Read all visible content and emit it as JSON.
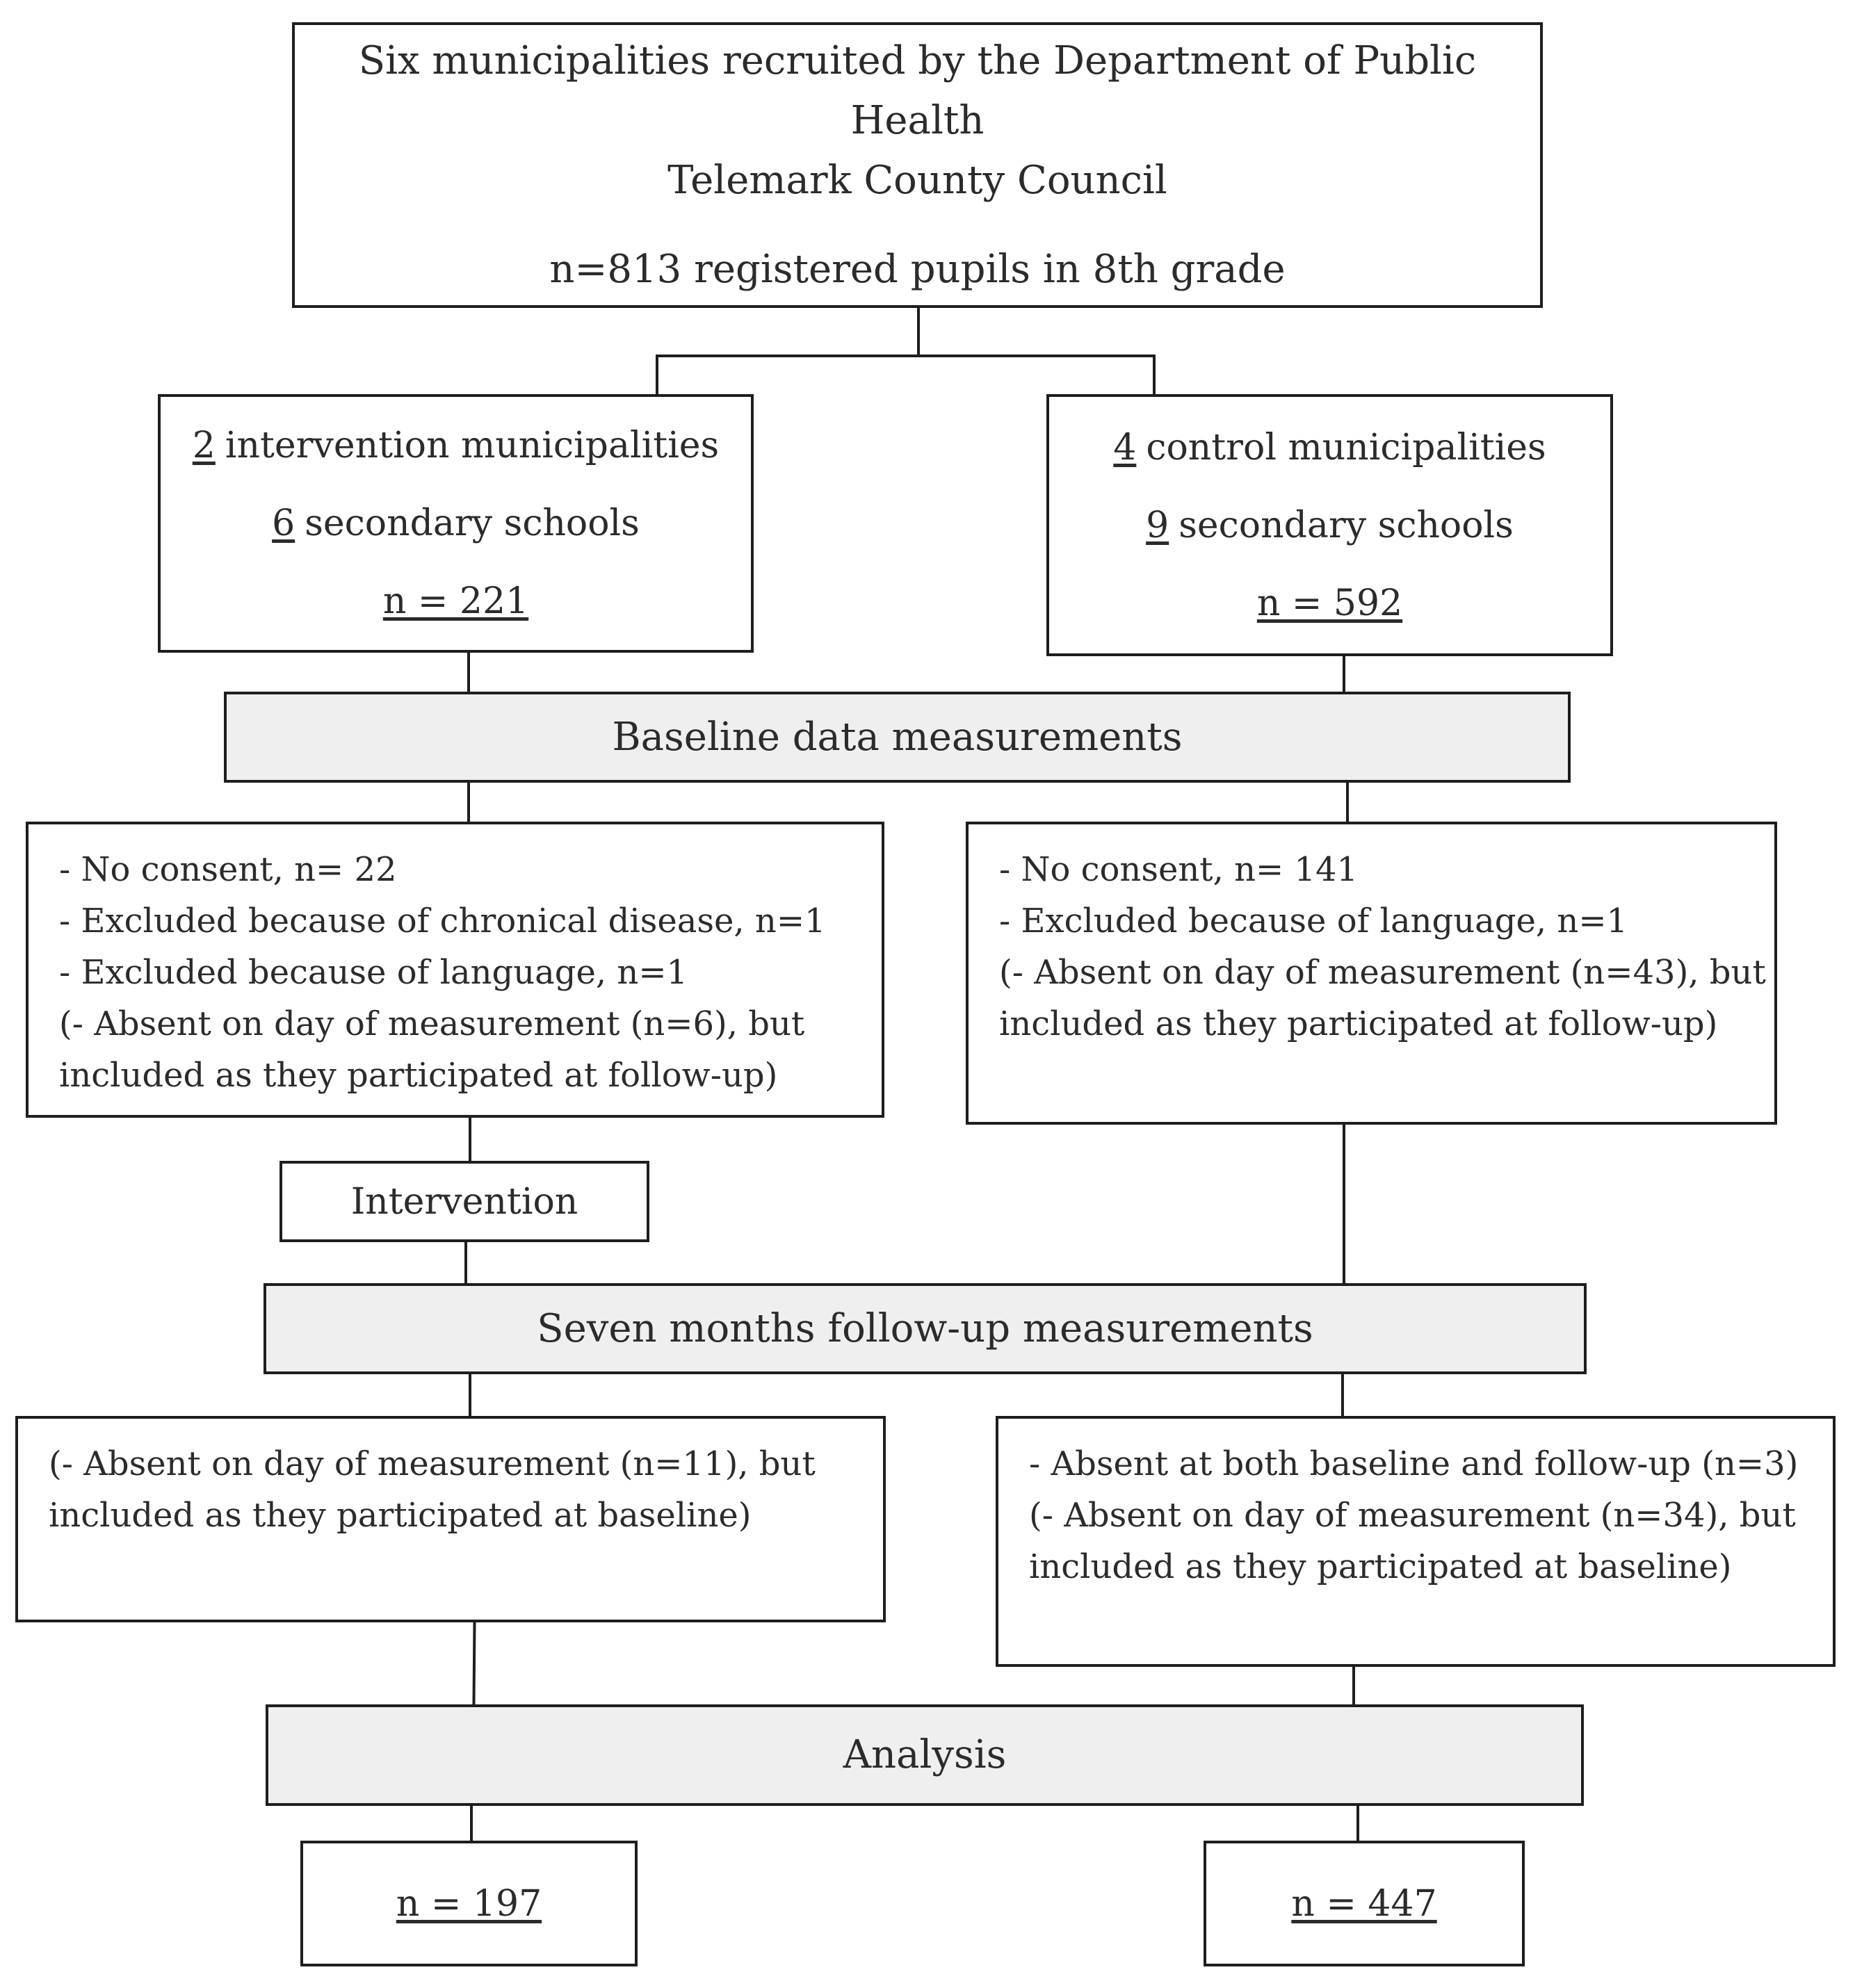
{
  "top": {
    "line1": "Six municipalities recruited by the Department of Public Health",
    "line2": "Telemark County Council",
    "line3": "n=813 registered pupils in 8th grade"
  },
  "intervention": {
    "municipalities_num": "2",
    "municipalities_text": "intervention municipalities",
    "schools_num": "6",
    "schools_text": "secondary schools",
    "n": "n = 221"
  },
  "control": {
    "municipalities_num": "4",
    "municipalities_text": "control municipalities",
    "schools_num": "9",
    "schools_text": "secondary schools",
    "n": "n = 592"
  },
  "baseline": {
    "label": "Baseline data measurements"
  },
  "baseline_exclusions": {
    "intervention": [
      "- No consent, n= 22",
      "- Excluded because of chronical disease, n=1",
      "- Excluded because of language, n=1",
      "(- Absent on day of measurement (n=6), but",
      "included as they participated at follow-up)"
    ],
    "control": [
      "- No consent, n= 141",
      "- Excluded because of language, n=1",
      "(- Absent on day of measurement (n=43), but",
      "included as they participated at follow-up)"
    ]
  },
  "intervention_step": {
    "label": "Intervention"
  },
  "followup": {
    "label": "Seven months follow-up measurements"
  },
  "followup_exclusions": {
    "intervention": [
      "(- Absent on day of measurement (n=11), but",
      "included as they participated at baseline)"
    ],
    "control": [
      "- Absent at both baseline and follow-up (n=3)",
      "(- Absent on day of measurement (n=34), but",
      "included as they participated at baseline)"
    ]
  },
  "analysis": {
    "label": "Analysis"
  },
  "final": {
    "intervention_n": "n = 197",
    "control_n": "n = 447"
  }
}
